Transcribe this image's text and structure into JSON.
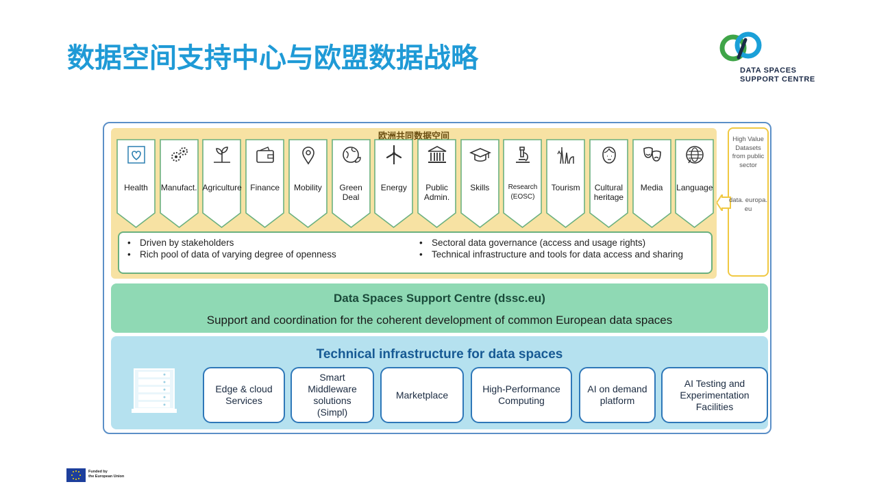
{
  "title": "数据空间支持中心与欧盟数据战略",
  "logo": {
    "line1": "DATA SPACES",
    "line2": "SUPPORT CENTRE"
  },
  "common_spaces_label": "欧洲共同数据空间",
  "domains": [
    {
      "label": "Health",
      "icon": "health-icon"
    },
    {
      "label": "Manufact.",
      "icon": "gears-icon"
    },
    {
      "label": "Agriculture",
      "icon": "plant-icon"
    },
    {
      "label": "Finance",
      "icon": "wallet-icon"
    },
    {
      "label": "Mobility",
      "icon": "location-pin-icon"
    },
    {
      "label": "Green\nDeal",
      "icon": "globe-leaf-icon"
    },
    {
      "label": "Energy",
      "icon": "wind-turbine-icon"
    },
    {
      "label": "Public\nAdmin.",
      "icon": "government-building-icon"
    },
    {
      "label": "Skills",
      "icon": "graduation-cap-icon"
    },
    {
      "label": "Research\n(EOSC)",
      "icon": "microscope-icon"
    },
    {
      "label": "Tourism",
      "icon": "landmarks-icon"
    },
    {
      "label": "Cultural\nheritage",
      "icon": "portrait-icon"
    },
    {
      "label": "Media",
      "icon": "theater-masks-icon"
    },
    {
      "label": "Language",
      "icon": "speech-globe-icon"
    }
  ],
  "bullets_left": [
    "Driven by stakeholders",
    "Rich pool of data of varying degree of openness"
  ],
  "bullets_right": [
    "Sectoral data governance (access and usage rights)",
    "Technical infrastructure and tools for data access and sharing"
  ],
  "hvd": {
    "text": "High Value Datasets from public sector",
    "link": "data. europa. eu"
  },
  "dssc": {
    "heading": "Data Spaces Support Centre (dssc.eu)",
    "subtitle": "Support and coordination for the coherent development of common European data spaces"
  },
  "infra": {
    "heading": "Technical infrastructure for data spaces",
    "items": [
      "Edge & cloud\nServices",
      "Smart\nMiddleware\nsolutions\n(Simpl)",
      "Marketplace",
      "High-Performance\nComputing",
      "AI on demand\nplatform",
      "AI Testing and\nExperimentation\nFacilities"
    ]
  },
  "footer": {
    "funded_line1": "Funded by",
    "funded_line2": "the European Union"
  },
  "colors": {
    "title": "#1f9ad6",
    "yellow": "#f7e2a3",
    "green": "#8fd9b4",
    "blue": "#b5e1ef",
    "domain_border": "#6ab07f"
  }
}
